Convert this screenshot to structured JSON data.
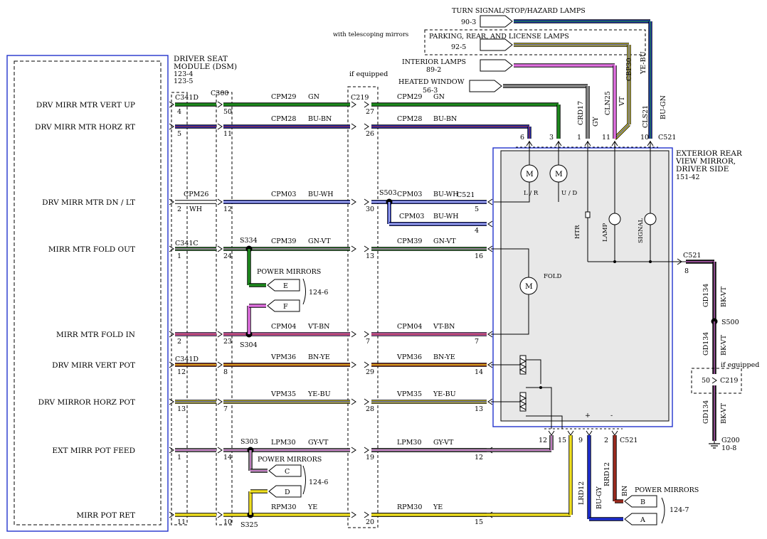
{
  "module": {
    "name_lines": [
      "DRIVER SEAT",
      "MODULE (DSM)",
      "123-4",
      "123-5"
    ]
  },
  "mirror": {
    "name_lines": [
      "EXTERIOR REAR",
      "VIEW MIRROR,",
      "DRIVER SIDE",
      "151-42"
    ],
    "motor_symbol": "M",
    "motor_labels": [
      "L / R",
      "U / D",
      "FOLD"
    ],
    "lamp_labels": [
      "HTR",
      "LAMP",
      "SIGNAL"
    ],
    "plus": "+",
    "minus": "-"
  },
  "if_equipped": "if equipped",
  "with_telescoping": "with telescoping mirrors",
  "connectors": {
    "c341d": "C341D",
    "c300": "C300",
    "c219": "C219",
    "c341c": "C341C",
    "c521": "C521"
  },
  "splices": {
    "s503": "S503",
    "s334": "S334",
    "s304": "S304",
    "s303": "S303",
    "s325": "S325",
    "s500": "S500"
  },
  "circuits": [
    {
      "label": "DRV MIRR MTR VERT UP",
      "pin1": "4",
      "pin2": "50",
      "pin3": "27",
      "pin4": "3",
      "circuit": "CPM29",
      "color": "GN",
      "circuit2": "CPM29",
      "color2": "GN"
    },
    {
      "label": "DRV MIRR MTR HORZ RT",
      "pin1": "5",
      "pin2": "11",
      "pin3": "26",
      "pin4": "6",
      "circuit": "CPM28",
      "color": "BU-BN",
      "circuit2": "CPM28",
      "color2": "BU-BN"
    },
    {
      "label": "DRV MIRR MTR DN / LT",
      "pin1": "2",
      "pin2": "12",
      "pin3": "30",
      "pin4": "5",
      "circuit": "CPM03",
      "color": "BU-WH",
      "circuit2": "CPM03",
      "color2": "BU-WH",
      "pre_circuit": "CPM26",
      "pre_color": "WH",
      "pin5": "4",
      "circuit3": "CPM03",
      "color3": "BU-WH"
    },
    {
      "label": "MIRR MTR FOLD OUT",
      "pin1": "1",
      "pin2": "24",
      "pin3": "13",
      "pin4": "16",
      "circuit": "CPM39",
      "color": "GN-VT",
      "circuit2": "CPM39",
      "color2": "GN-VT"
    },
    {
      "label": "MIRR MTR FOLD IN",
      "pin1": "2",
      "pin2": "23",
      "pin3": "7",
      "pin4": "7",
      "circuit": "CPM04",
      "color": "VT-BN",
      "circuit2": "CPM04",
      "color2": "VT-BN"
    },
    {
      "label": "DRV MIRR VERT POT",
      "pin1": "12",
      "pin2": "8",
      "pin3": "29",
      "pin4": "14",
      "circuit": "VPM36",
      "color": "BN-YE",
      "circuit2": "VPM36",
      "color2": "BN-YE"
    },
    {
      "label": "DRV MIRROR HORZ POT",
      "pin1": "13",
      "pin2": "7",
      "pin3": "28",
      "pin4": "13",
      "circuit": "VPM35",
      "color": "YE-BU",
      "circuit2": "VPM35",
      "color2": "YE-BU"
    },
    {
      "label": "EXT MIRR POT FEED",
      "pin1": "1",
      "pin2": "14",
      "pin3": "19",
      "pin4": "12",
      "circuit": "LPM30",
      "color": "GY-VT",
      "circuit2": "LPM30",
      "color2": "GY-VT"
    },
    {
      "label": "MIRR POT RET",
      "pin1": "11",
      "pin2": "10",
      "pin3": "20",
      "pin4": "15",
      "circuit": "RPM30",
      "color": "YE",
      "circuit2": "RPM30",
      "color2": "YE"
    }
  ],
  "power_mirrors": {
    "label": "POWER MIRRORS",
    "ref_1": "124-6",
    "ref_2": "124-6",
    "ref_3": "124-7",
    "tags": [
      "E",
      "F",
      "C",
      "D",
      "B",
      "A"
    ]
  },
  "top_feeds": [
    {
      "title": "TURN SIGNAL/STOP/HAZARD LAMPS",
      "ref": "90-3"
    },
    {
      "title": "PARKING, REAR, AND LICENSE LAMPS",
      "ref": "92-5"
    },
    {
      "title": "INTERIOR LAMPS",
      "ref": "89-2"
    },
    {
      "title": "HEATED WINDOW",
      "ref": "56-3"
    }
  ],
  "vertical_wires": [
    {
      "circuit": "CRD17",
      "color": "GY",
      "pin": "1"
    },
    {
      "circuit": "CLN25",
      "color": "VT",
      "pin": "11"
    },
    {
      "circuit": "CBP30",
      "color": "YE-BU",
      "pin": ""
    },
    {
      "circuit": "CLS21",
      "color": "BU-GN",
      "pin": "10"
    }
  ],
  "ground": {
    "c521_pin": "8",
    "circuit": "GD134",
    "color": "BK-VT",
    "c219_pin": "50",
    "ground_name": "G200",
    "ground_ref": "10-8"
  },
  "bottom_wires": [
    {
      "circuit": "LRD12",
      "color": "BU-GY",
      "pin": "9"
    },
    {
      "circuit": "RRD12",
      "color": "BN",
      "pin": "2"
    }
  ],
  "colors": {
    "frame_blue": "#2233cc",
    "GN": "#1e8a1e",
    "BU": "#1f2fd0",
    "VT": "#e070e0",
    "BN": "#9c2a1e",
    "OR": "#e07020",
    "YE": "#f0e020",
    "GY": "#8a8a8a",
    "BK": "#111111",
    "WH": "#ffffff"
  }
}
